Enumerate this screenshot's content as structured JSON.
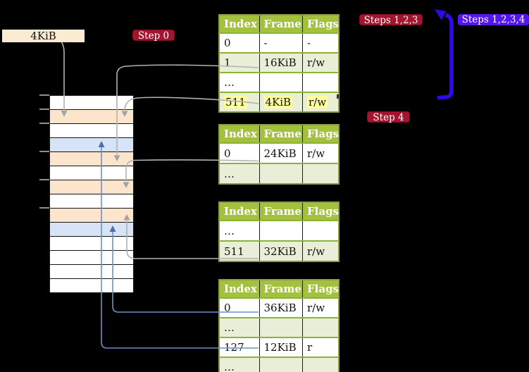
{
  "labels": {
    "frame_size": "4KiB"
  },
  "badges": {
    "step0": "Step 0",
    "steps123": "Steps 1,2,3",
    "steps1234": "Steps 1,2,3,4",
    "step4": "Step 4"
  },
  "page_tables": [
    {
      "name": "page-table-level-4",
      "columns": [
        "Index",
        "Frame",
        "Flags"
      ],
      "rows": [
        {
          "cells": [
            "0",
            "-",
            "-"
          ],
          "highlight": false
        },
        {
          "cells": [
            "1",
            "16KiB",
            "r/w"
          ],
          "highlight": false
        },
        {
          "cells": [
            "…",
            "",
            ""
          ],
          "highlight": false
        },
        {
          "cells": [
            "511",
            "4KiB",
            "r/w"
          ],
          "highlight": true
        }
      ]
    },
    {
      "name": "page-table-level-3",
      "columns": [
        "Index",
        "Frame",
        "Flags"
      ],
      "rows": [
        {
          "cells": [
            "0",
            "24KiB",
            "r/w"
          ],
          "highlight": false
        },
        {
          "cells": [
            "…",
            "",
            ""
          ],
          "highlight": false
        }
      ]
    },
    {
      "name": "page-table-level-2",
      "columns": [
        "Index",
        "Frame",
        "Flags"
      ],
      "rows": [
        {
          "cells": [
            "…",
            "",
            ""
          ],
          "highlight": false
        },
        {
          "cells": [
            "511",
            "32KiB",
            "r/w"
          ],
          "highlight": false
        }
      ]
    },
    {
      "name": "page-table-level-1",
      "columns": [
        "Index",
        "Frame",
        "Flags"
      ],
      "rows": [
        {
          "cells": [
            "0",
            "36KiB",
            "r/w"
          ],
          "highlight": false
        },
        {
          "cells": [
            "…",
            "",
            ""
          ],
          "highlight": false
        },
        {
          "cells": [
            "127",
            "12KiB",
            "r"
          ],
          "highlight": false
        },
        {
          "cells": [
            "…",
            "",
            ""
          ],
          "highlight": false
        }
      ]
    }
  ],
  "memory": {
    "rows": [
      "white",
      "orange",
      "white",
      "blue",
      "orange",
      "white",
      "orange",
      "white",
      "orange",
      "blue",
      "white",
      "white",
      "white",
      "white"
    ],
    "tick_rows": [
      0,
      1,
      2,
      4,
      6,
      8
    ]
  },
  "colors": {
    "table_header": "#a3c13d",
    "table_row_alt": "#e9efd6",
    "row_separator": "#8cb334",
    "table_border": "#8a9b4a",
    "cell_highlight": "#ffff9e",
    "memory_orange": "#fce4cd",
    "memory_blue": "#d7e3f6",
    "badge_red": "#a4142e",
    "badge_blue": "#5416ec",
    "arrow_gray": "#b1b1b1",
    "arrow_blue": "#6d8fc7",
    "big_arrow_blue": "#2b0ce4",
    "frame_label_bg": "#f9ecd2"
  }
}
